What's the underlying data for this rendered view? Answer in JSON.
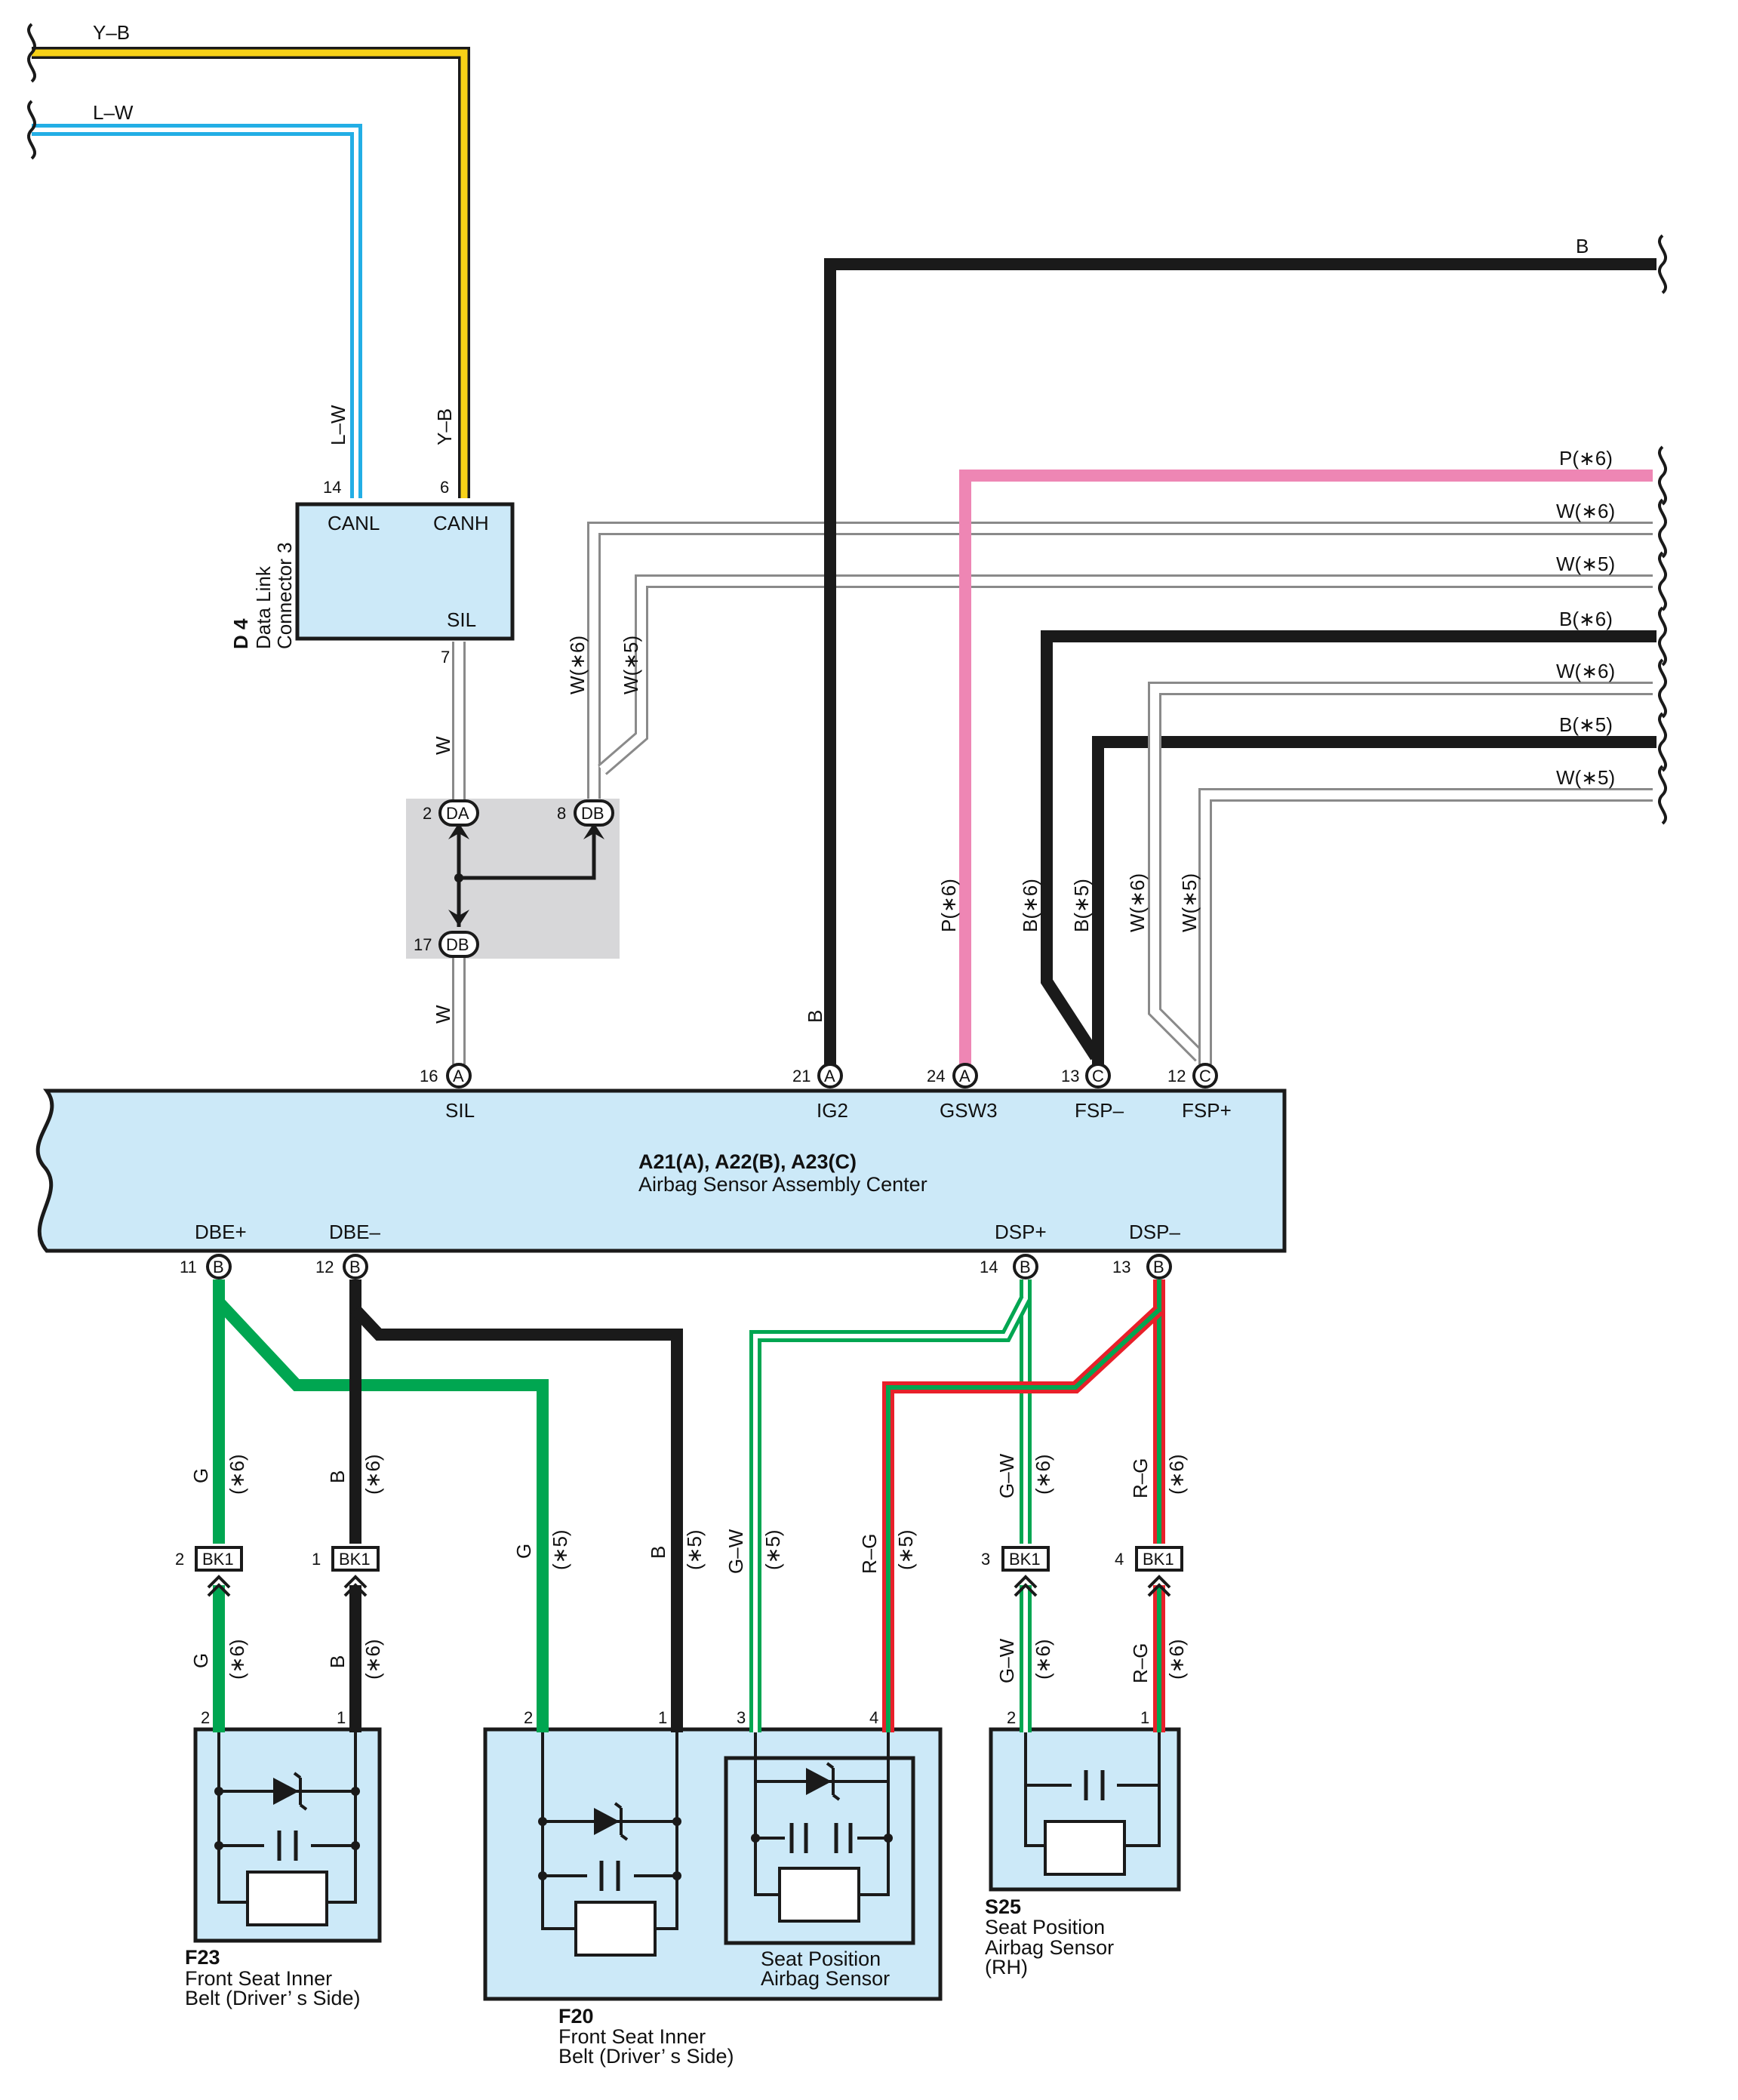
{
  "colors": {
    "yellow": "#f7d117",
    "blue": "#23aee5",
    "pink": "#ee86b4",
    "green": "#00a651",
    "red": "#e8202a",
    "black": "#1a1a1a",
    "white_wire": "#9a9a9a",
    "box_fill": "#cce9f8",
    "junction_fill": "#d7d7d9"
  },
  "wire_labels": {
    "yb_top": "Y–B",
    "lw_top": "L–W",
    "lw_vert": "L–W",
    "yb_vert": "Y–B",
    "w_upper": "W",
    "w_lower": "W",
    "w6_left": "W(∗6)",
    "w5_left": "W(∗5)",
    "b_top": "B",
    "b_ig2": "B",
    "right_p6": "P(∗6)",
    "right_w6a": "W(∗6)",
    "right_w5a": "W(∗5)",
    "right_b6": "B(∗6)",
    "right_w6b": "W(∗6)",
    "right_b5": "B(∗5)",
    "right_w5b": "W(∗5)",
    "v_p6": "P(∗6)",
    "v_b6": "B(∗6)",
    "v_b5": "B(∗5)",
    "v_w6": "W(∗6)",
    "v_w5": "W(∗5)",
    "g1": "G",
    "g1n": "(∗6)",
    "b1": "B",
    "b1n": "(∗6)",
    "g2": "G",
    "g2n": "(∗5)",
    "b2": "B",
    "b2n": "(∗5)",
    "gw1": "G–W",
    "gw1n": "(∗5)",
    "rg1": "R–G",
    "rg1n": "(∗5)",
    "gw2": "G–W",
    "gw2n": "(∗6)",
    "rg2": "R–G",
    "rg2n": "(∗6)",
    "g3": "G",
    "g3n": "(∗6)",
    "b3": "B",
    "b3n": "(∗6)",
    "gw3": "G–W",
    "gw3n": "(∗6)",
    "rg3": "R–G",
    "rg3n": "(∗6)"
  },
  "dlc": {
    "code": "D 4",
    "name1": "Data Link",
    "name2": "Connector 3",
    "canl": "CANL",
    "canh": "CANH",
    "sil": "SIL",
    "pin_canl": "14",
    "pin_canh": "6",
    "pin_sil": "7"
  },
  "junction": {
    "da": "DA",
    "db_top": "DB",
    "db_bottom": "DB",
    "pin_da": "2",
    "pin_db_top": "8",
    "pin_db_bottom": "17"
  },
  "airbag_ecu": {
    "title": "A21(A), A22(B), A23(C)",
    "subtitle": "Airbag Sensor Assembly Center",
    "top_pins": [
      {
        "num": "16",
        "conn": "A",
        "name": "SIL"
      },
      {
        "num": "21",
        "conn": "A",
        "name": "IG2"
      },
      {
        "num": "24",
        "conn": "A",
        "name": "GSW3"
      },
      {
        "num": "13",
        "conn": "C",
        "name": "FSP–"
      },
      {
        "num": "12",
        "conn": "C",
        "name": "FSP+"
      }
    ],
    "bottom_pins": [
      {
        "num": "11",
        "conn": "B",
        "name": "DBE+"
      },
      {
        "num": "12",
        "conn": "B",
        "name": "DBE–"
      },
      {
        "num": "14",
        "conn": "B",
        "name": "DSP+"
      },
      {
        "num": "13",
        "conn": "B",
        "name": "DSP–"
      }
    ]
  },
  "bk1": {
    "label": "BK1",
    "pins": [
      "2",
      "1",
      "3",
      "4"
    ]
  },
  "f23": {
    "code": "F23",
    "line1": "Front Seat Inner",
    "line2": "Belt (Driver’ s Side)",
    "pin_a": "2",
    "pin_b": "1"
  },
  "f20": {
    "code": "F20",
    "line1": "Front Seat Inner",
    "line2": "Belt (Driver’ s Side)",
    "inner1": "Seat Position",
    "inner2": "Airbag Sensor",
    "pin_a": "2",
    "pin_b": "1",
    "pin_c": "3",
    "pin_d": "4"
  },
  "s25": {
    "code": "S25",
    "line1": "Seat Position",
    "line2": "Airbag Sensor",
    "line3": "(RH)",
    "pin_a": "2",
    "pin_b": "1"
  }
}
